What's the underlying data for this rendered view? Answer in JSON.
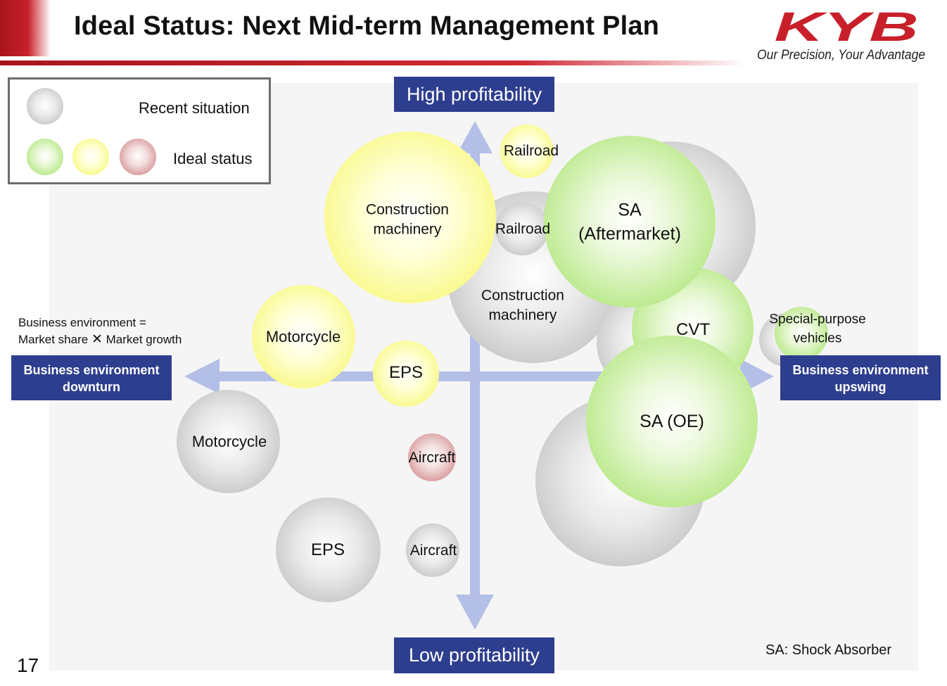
{
  "header": {
    "title": "Ideal Status: Next Mid-term Management Plan",
    "logo_text": "KYB",
    "tagline": "Our Precision, Your Advantage"
  },
  "legend": {
    "recent_label": "Recent situation",
    "ideal_label": "Ideal status"
  },
  "axes": {
    "top": "High profitability",
    "bottom": "Low profitability",
    "left_line1": "Business environment",
    "left_line2": "downturn",
    "right_line1": "Business environment",
    "right_line2": "upswing"
  },
  "env_note": {
    "line1": "Business environment =",
    "share": "Market share",
    "times": "✕",
    "growth": "Market growth"
  },
  "footnote": "SA: Shock Absorber",
  "page_number": "17",
  "colors": {
    "navy": "#2e3e8e",
    "brand_red": "#c8202a",
    "arrow": "#b4bfe8",
    "legend_border": "#6d6d6d"
  },
  "bubbles": {
    "recent": {
      "railroad": "Railroad",
      "construction_line1": "Construction",
      "construction_line2": "machinery",
      "motorcycle": "Motorcycle",
      "eps": "EPS",
      "aircraft": "Aircraft"
    },
    "ideal": {
      "railroad": "Railroad",
      "construction_line1": "Construction",
      "construction_line2": "machinery",
      "sa_aftermarket_line1": "SA",
      "sa_aftermarket_line2": "(Aftermarket)",
      "motorcycle": "Motorcycle",
      "eps": "EPS",
      "cvt": "CVT",
      "special_line1": "Special-purpose",
      "special_line2": "vehicles",
      "sa_oe": "SA (OE)",
      "aircraft": "Aircraft"
    }
  }
}
